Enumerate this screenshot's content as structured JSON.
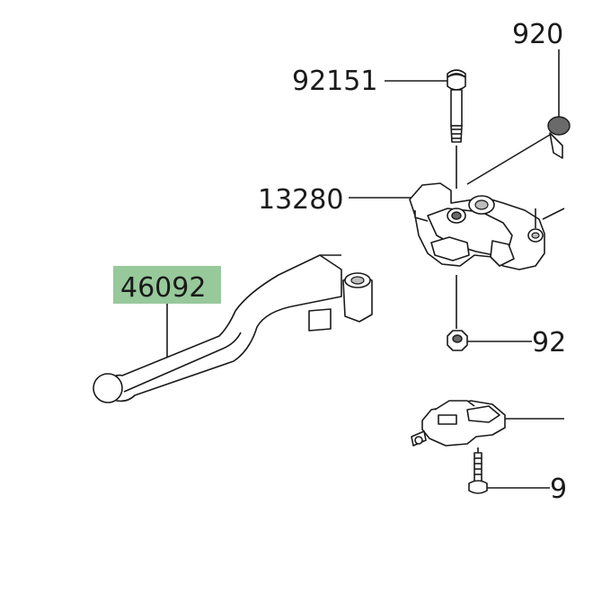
{
  "diagram": {
    "colors": {
      "highlight_box": "#97c99b",
      "line": "#1a1a1a",
      "background": "#ffffff"
    },
    "labels": {
      "bolt": "92151",
      "holder": "13280",
      "lever": "46092",
      "top_right": "920",
      "nut": "92",
      "switch_screw": "9",
      "switch": ""
    },
    "highlighted_part": "46092"
  }
}
